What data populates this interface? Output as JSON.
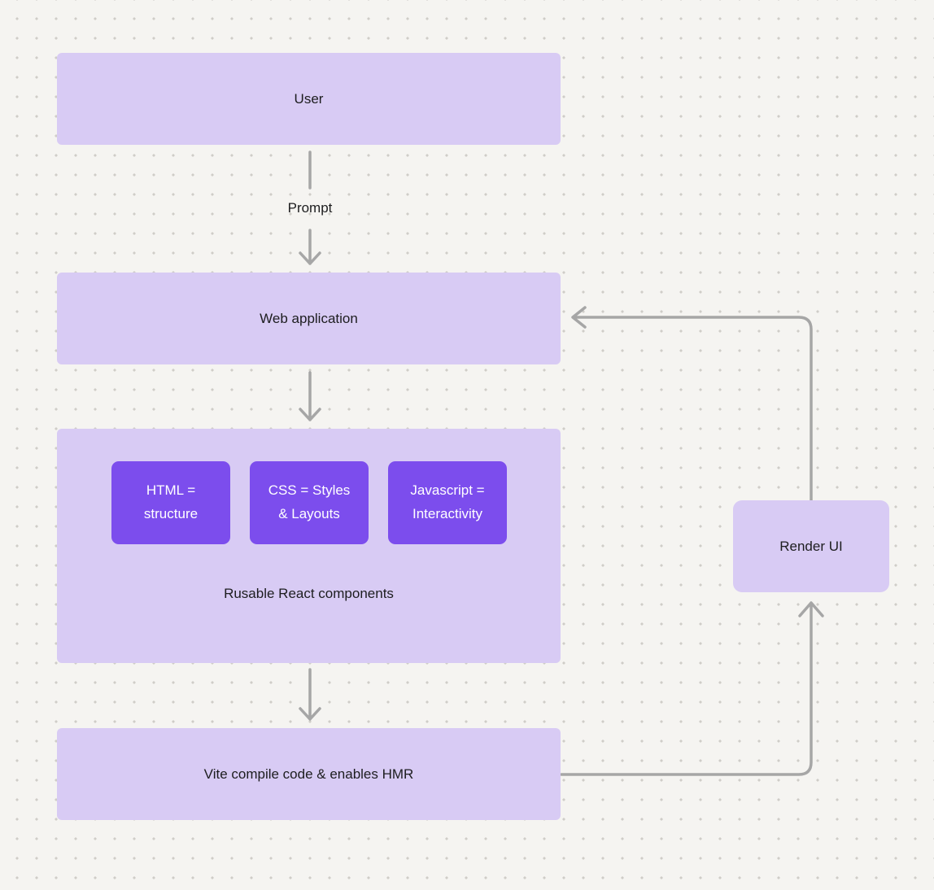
{
  "diagram": {
    "colors": {
      "bg": "#f5f4f1",
      "dot": "#cfcdc8",
      "lavender": "#d8cbf4",
      "purple": "#7c4ded",
      "arrow": "#a6a6a6",
      "ink": "#1d1d1f",
      "ink_light": "#ffffff"
    },
    "nodes": {
      "user": {
        "label": "User"
      },
      "web_application": {
        "label": "Web application"
      },
      "components": {
        "html": {
          "label": "HTML =\nstructure"
        },
        "css": {
          "label": "CSS = Styles\n& Layouts"
        },
        "javascript": {
          "label": "Javascript =\nInteractivity"
        },
        "caption": "Rusable React components"
      },
      "vite": {
        "label": "Vite compile code & enables HMR"
      },
      "render_ui": {
        "label": "Render UI"
      }
    },
    "edges": {
      "user_to_webapp": {
        "label": "Prompt"
      }
    }
  }
}
